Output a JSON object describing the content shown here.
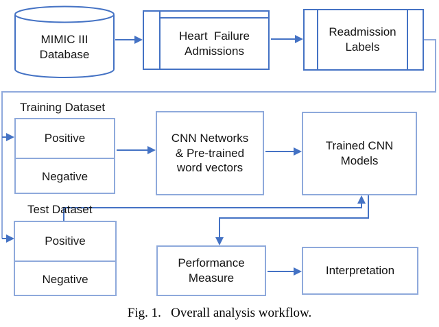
{
  "colors": {
    "box-primary": "#4472C4",
    "box-light": "#8EA9DB",
    "arrow": "#4472C4",
    "wrap-line": "#8FA9DC",
    "text": "#141414"
  },
  "nodes": {
    "mimic": {
      "label": "MIMIC III\nDatabase"
    },
    "heart_failure": {
      "label": "Heart  Failure\nAdmissions"
    },
    "readmission": {
      "label": "Readmission\nLabels"
    },
    "training_dataset": {
      "label": "Training Dataset",
      "cells": [
        "Positive",
        "Negative"
      ]
    },
    "cnn": {
      "label": "CNN Networks\n& Pre-trained\nword vectors"
    },
    "trained": {
      "label": "Trained CNN\nModels"
    },
    "test_dataset": {
      "label": "Test Dataset",
      "cells": [
        "Positive",
        "Negative"
      ]
    },
    "performance": {
      "label": "Performance\nMeasure"
    },
    "interpretation": {
      "label": "Interpretation"
    }
  },
  "caption": "Fig. 1.   Overall analysis workflow."
}
